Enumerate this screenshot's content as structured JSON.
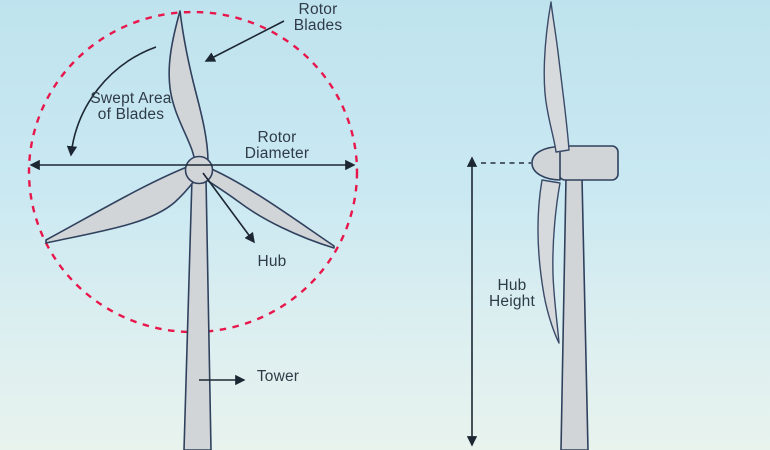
{
  "diagram": {
    "subject": "wind-turbine-dimensions",
    "labels": {
      "rotor_blades": "Rotor\nBlades",
      "swept_area": "Swept Area\nof Blades",
      "rotor_diameter": "Rotor\nDiameter",
      "hub": "Hub",
      "tower": "Tower",
      "hub_height": "Hub\nHeight"
    },
    "colors": {
      "sky_top": "#bfe3ee",
      "sky_bottom": "#e8f3ee",
      "swept_circle": "#e8174b",
      "structure_fill": "#d2d5d8",
      "structure_outline": "#30415e",
      "arrow": "#1d2733",
      "label_text": "#2f3b46"
    }
  }
}
